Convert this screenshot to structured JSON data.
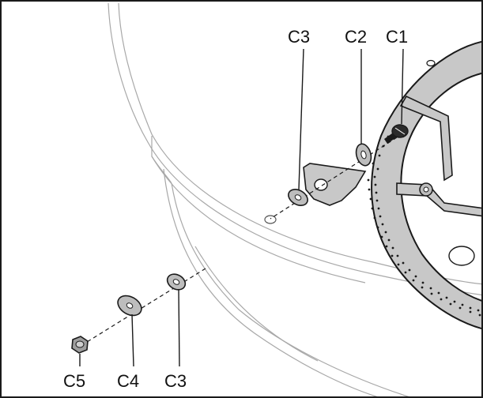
{
  "labels": {
    "c1_top": "C1",
    "c2_top": "C2",
    "c3_top": "C3",
    "c3_bottom": "C3",
    "c4_bottom": "C4",
    "c5_bottom": "C5"
  },
  "parts": {
    "c1": "screw-icon",
    "c2": "washer-icon",
    "c3": "washer-icon",
    "c4": "large-washer-icon",
    "c5": "nut-icon"
  },
  "colors": {
    "line": "#1a1a1a",
    "light_line": "#9a9a9a",
    "burner_fill": "#c8c8c8",
    "part_fill": "#bdbdbd"
  }
}
